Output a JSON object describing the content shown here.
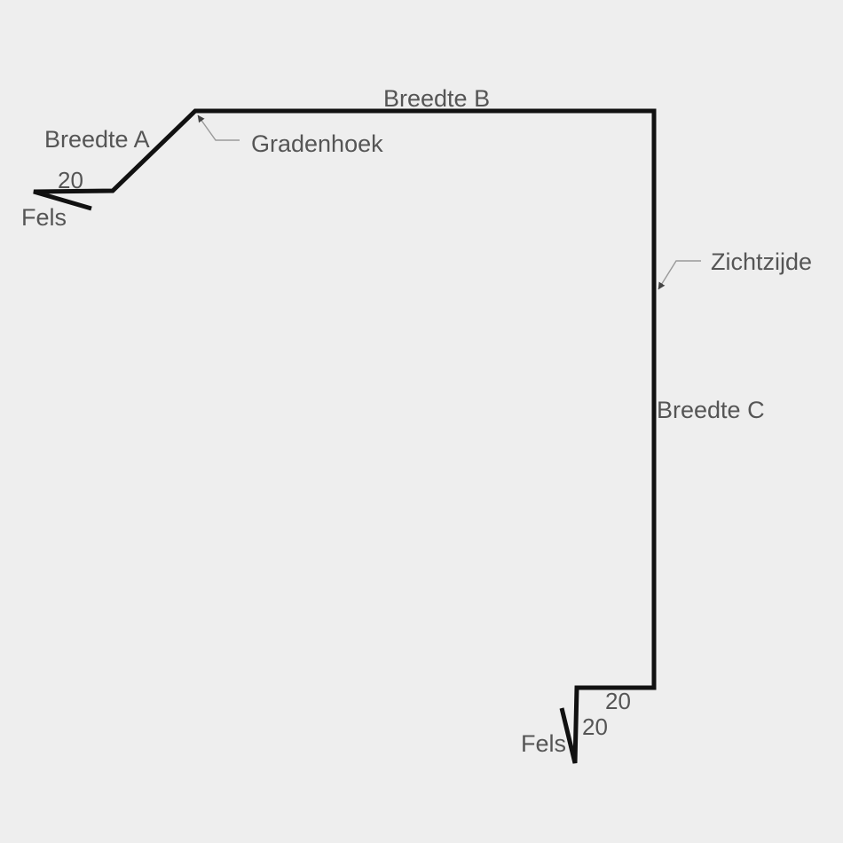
{
  "diagram": {
    "title": "profile-cross-section",
    "labels": {
      "breedte_a": "Breedte A",
      "breedte_b": "Breedte B",
      "breedte_c": "Breedte C",
      "gradenhoek": "Gradenhoek",
      "zichtzijde": "Zichtzijde",
      "fels_left": "Fels",
      "fels_right": "Fels",
      "dim_fels_left": "20",
      "dim_bottom_width": "20",
      "dim_fels_right": "20"
    },
    "colors": {
      "background": "#eeeeee",
      "profile_line": "#111111",
      "label_text": "#555555",
      "leader_line": "#9a9a9a",
      "arrow": "#444444"
    }
  }
}
